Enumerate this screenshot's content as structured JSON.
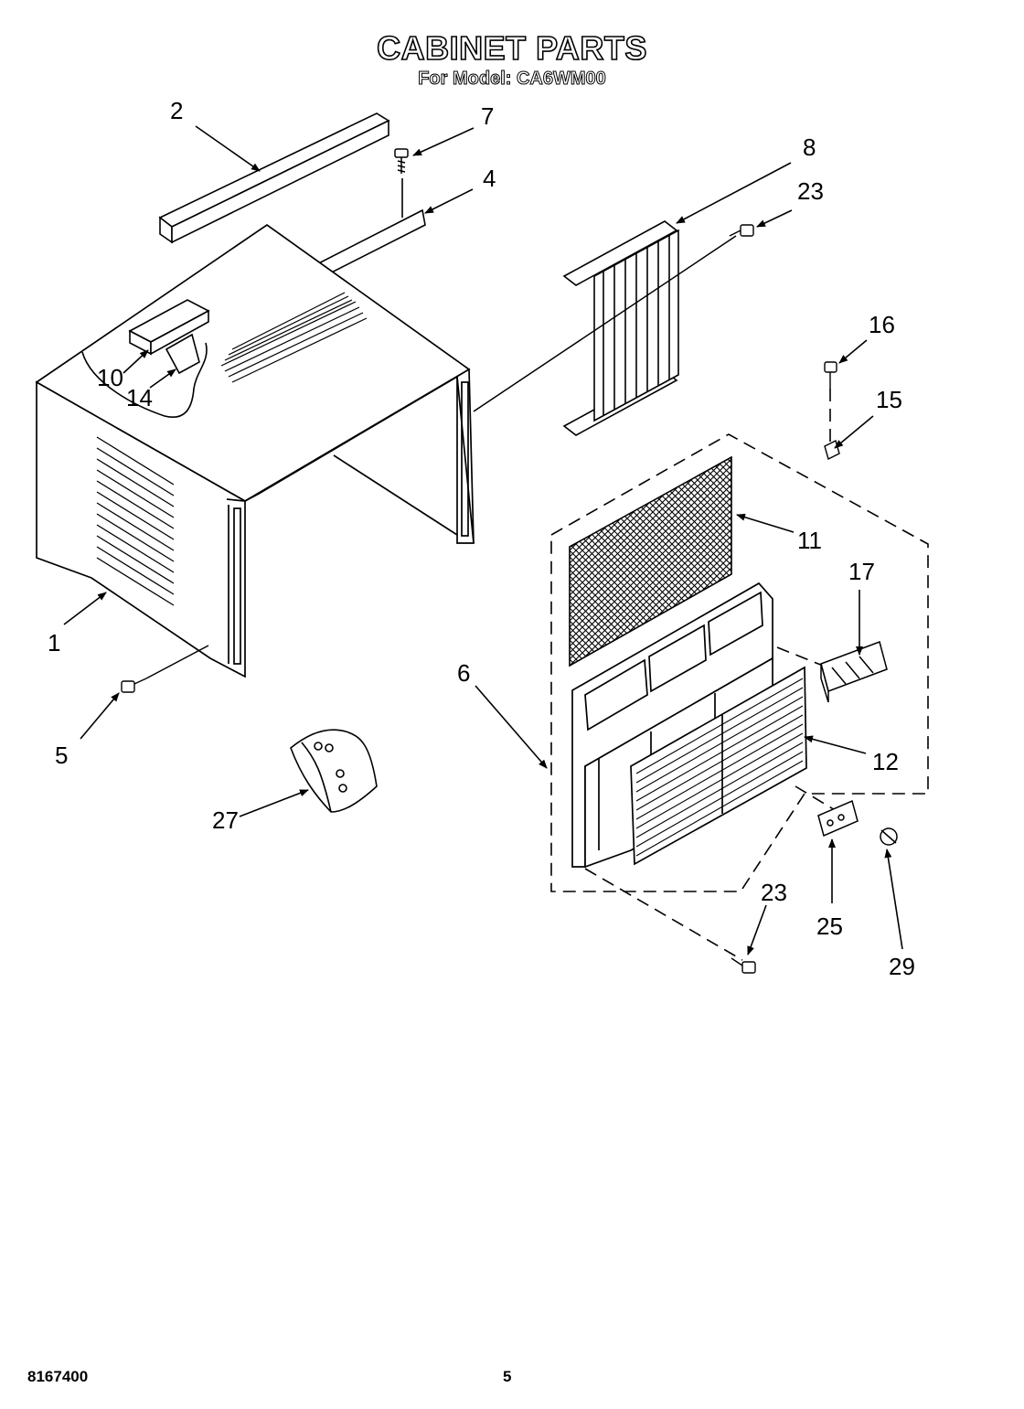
{
  "header": {
    "title": "CABINET PARTS",
    "subtitle": "For Model: CA6WM00"
  },
  "callouts": [
    "1",
    "2",
    "4",
    "5",
    "6",
    "7",
    "8",
    "10",
    "11",
    "12",
    "14",
    "15",
    "16",
    "17",
    "23",
    "23",
    "25",
    "27",
    "29"
  ],
  "footer": {
    "doc_number": "8167400",
    "page_number": "5"
  }
}
